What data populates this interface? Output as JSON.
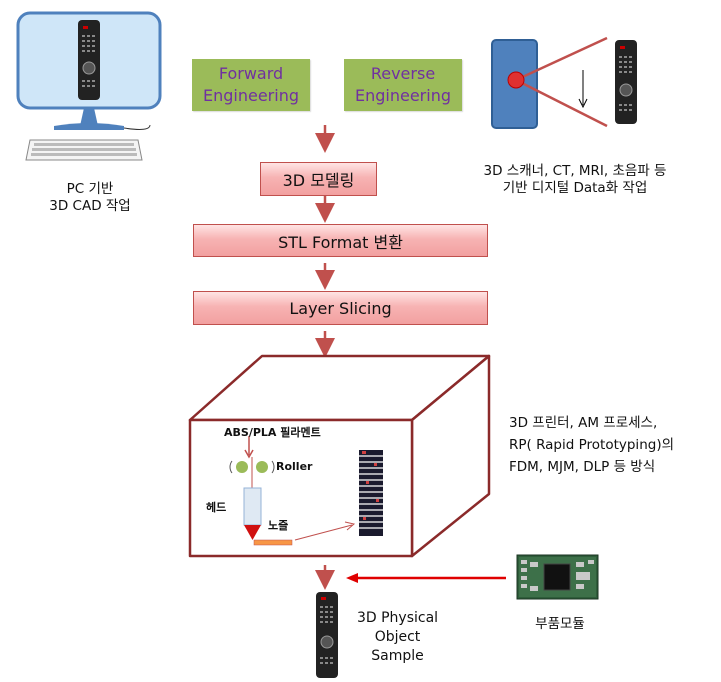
{
  "boxes": {
    "forward": [
      "Forward",
      "Engineering"
    ],
    "reverse": [
      "Reverse",
      "Engineering"
    ],
    "modeling": "3D 모델링",
    "stl": "STL Format 변환",
    "slicing": "Layer Slicing"
  },
  "captions": {
    "pc": [
      "PC 기반",
      "3D CAD 작업"
    ],
    "scanner": [
      "3D 스캐너, CT, MRI, 초음파 등",
      "기반 디지털 Data화 작업"
    ],
    "printer": [
      "3D 프린터, AM 프로세스,",
      "RP( Rapid Prototyping)의",
      "FDM, MJM, DLP 등 방식"
    ],
    "parts": "부품모듈",
    "output": [
      "3D Physical",
      "Object",
      "Sample"
    ]
  },
  "printer_labels": {
    "filament": "ABS/PLA 필라멘트",
    "roller": "Roller",
    "head": "헤드",
    "nozzle": "노즐"
  },
  "colors": {
    "arrow": "#c0504d",
    "red_arrow": "#e00000",
    "green_box": "#9bbb59",
    "green_text": "#7030a0",
    "box_border": "#8b2a2a"
  }
}
